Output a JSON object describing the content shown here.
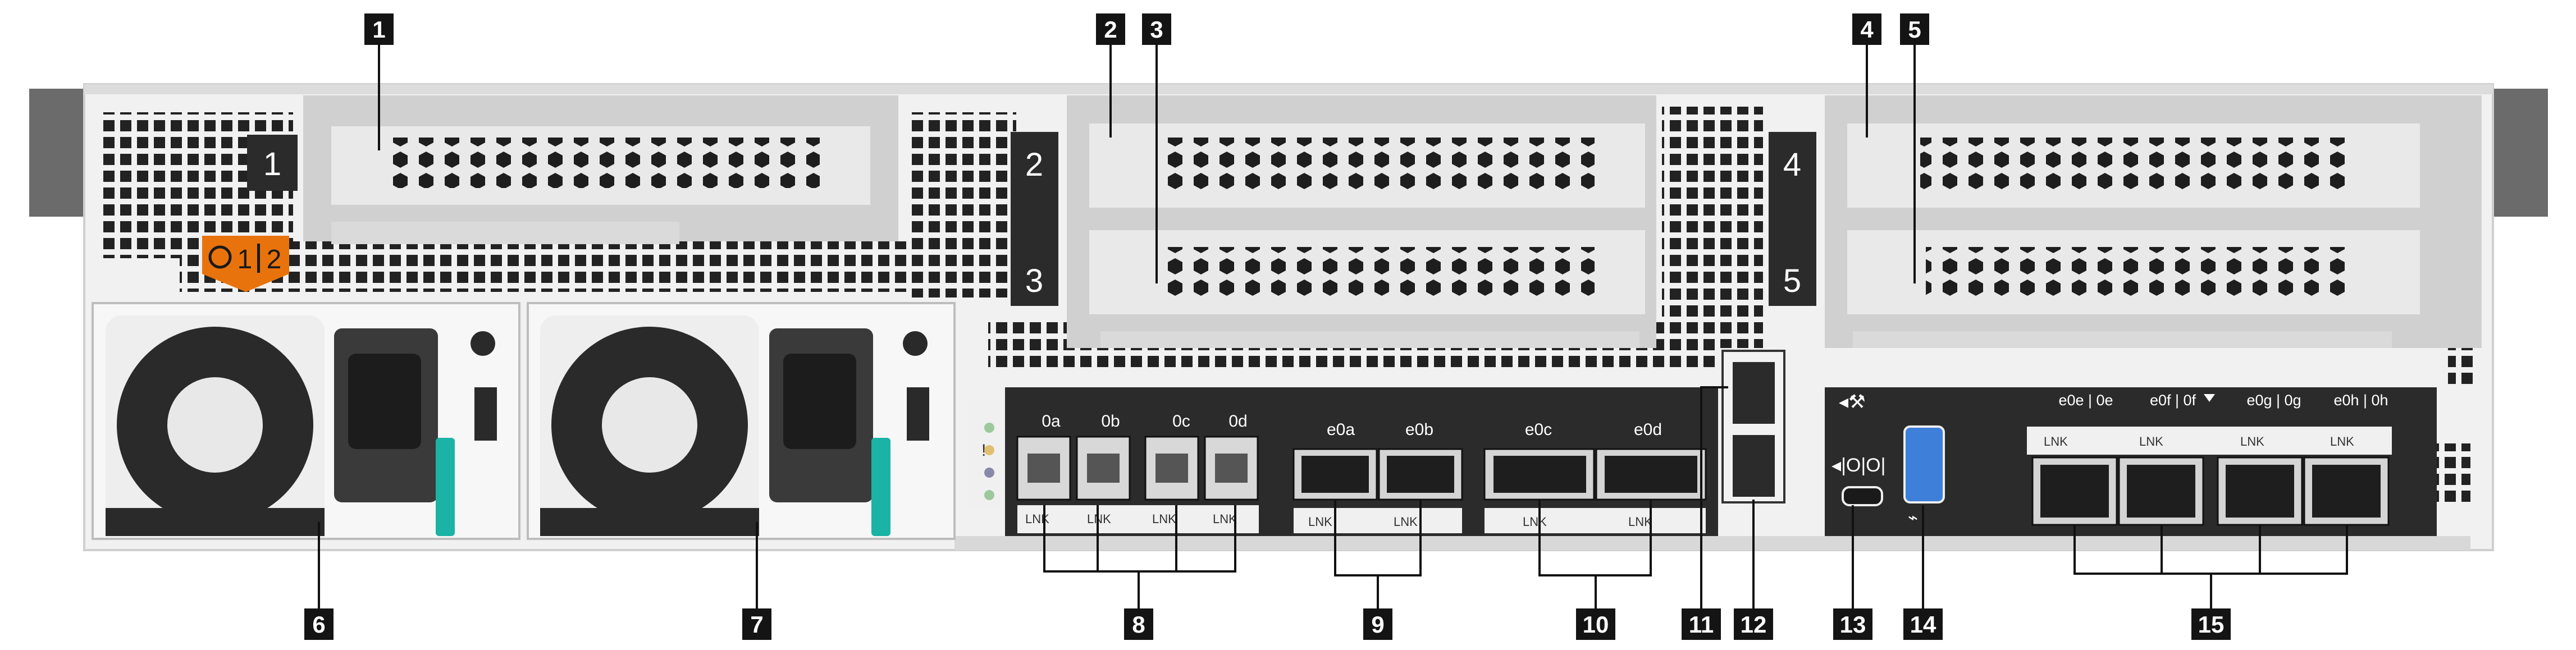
{
  "callouts": [
    "1",
    "2",
    "3",
    "4",
    "5",
    "6",
    "7",
    "8",
    "9",
    "10",
    "11",
    "12",
    "13",
    "14",
    "15"
  ],
  "slot_labels": [
    "1",
    "2",
    "3",
    "4",
    "5"
  ],
  "psu_badge": {
    "left": "1",
    "right": "2"
  },
  "port_group_a": {
    "labels": [
      "0a",
      "0b",
      "0c",
      "0d"
    ],
    "led_label": "LNK"
  },
  "port_group_9": {
    "labels": [
      "e0a",
      "e0b"
    ],
    "led_label": "LNK"
  },
  "port_group_10": {
    "labels": [
      "e0c",
      "e0d"
    ],
    "led_label": "LNK"
  },
  "port_group_15": {
    "labels": [
      "e0e | 0e",
      "e0f | 0f",
      "e0g | 0g",
      "e0h | 0h"
    ],
    "led_label": "LNK"
  },
  "status_leds": [
    "!"
  ],
  "colors": {
    "chassis": "#e6e6e6",
    "dark_panel": "#2b2b2b",
    "callout_bg": "#1a1a1a",
    "orange_badge": "#e8730c",
    "teal_latch": "#1ab3a6",
    "usb_blue": "#3d7fd9",
    "led_green": "#9cc89c",
    "led_amber": "#e0c070"
  }
}
